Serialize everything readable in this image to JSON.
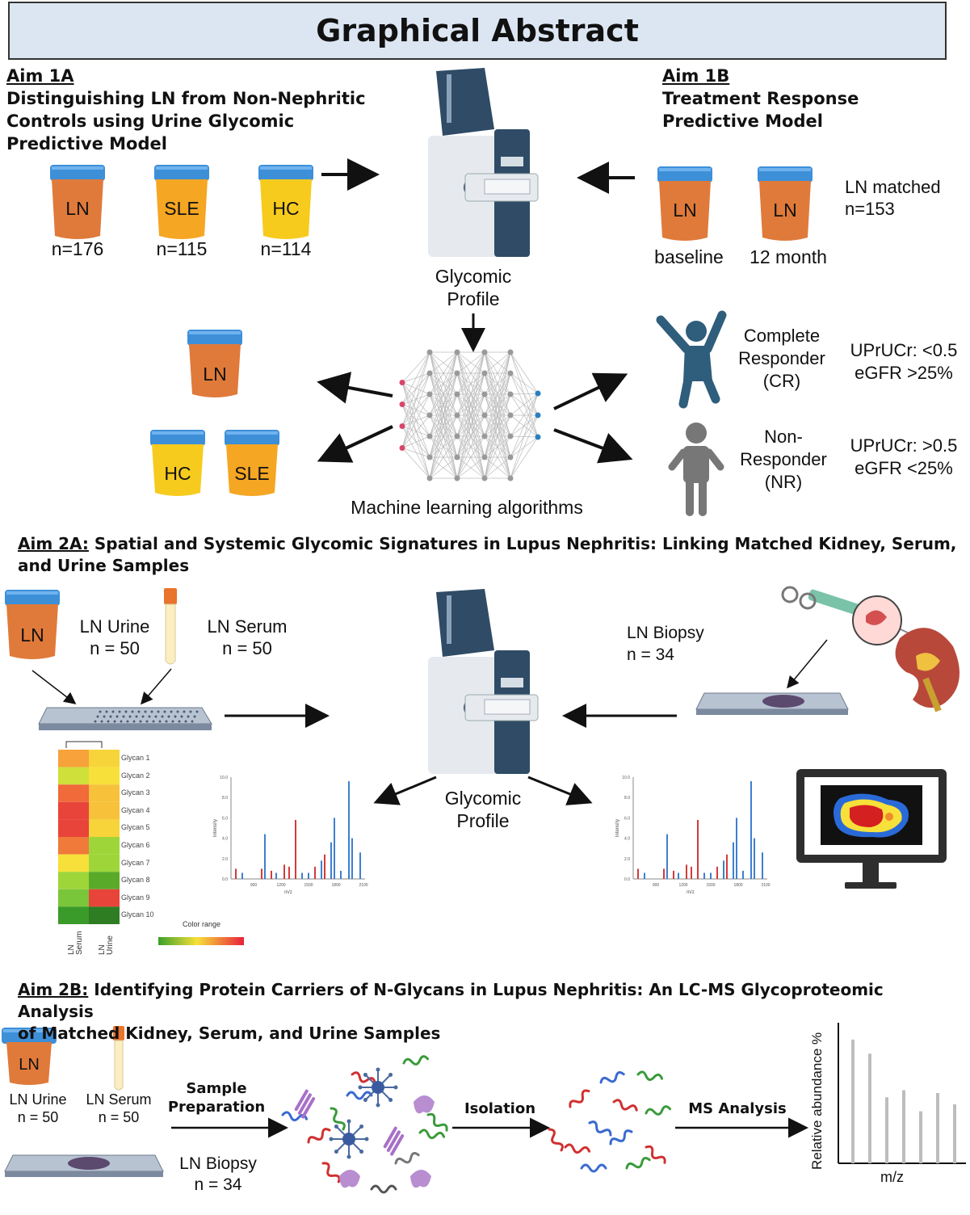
{
  "title": "Graphical Abstract",
  "aim1a": {
    "label": "Aim 1A",
    "lines": [
      "Distinguishing LN from Non-Nephritic",
      "Controls using Urine Glycomic",
      "Predictive Model"
    ],
    "cups": [
      {
        "text": "LN",
        "n": "n=176",
        "color": "#e07a3a"
      },
      {
        "text": "SLE",
        "n": "n=115",
        "color": "#f5a623"
      },
      {
        "text": "HC",
        "n": "n=114",
        "color": "#f7cb1e"
      }
    ]
  },
  "aim1b": {
    "label": "Aim 1B",
    "lines": [
      "Treatment Response",
      "Predictive Model"
    ],
    "cups": [
      {
        "text": "LN",
        "caption": "baseline"
      },
      {
        "text": "LN",
        "caption": "12 month"
      }
    ],
    "matched": [
      "LN matched",
      "n=153"
    ]
  },
  "glycomic_profile": [
    "Glycomic",
    "Profile"
  ],
  "ml_label": "Machine learning algorithms",
  "ml_outputs": {
    "ln": "LN",
    "hc": "HC",
    "sle": "SLE"
  },
  "responders": {
    "cr": {
      "label": [
        "Complete",
        "Responder",
        "(CR)"
      ],
      "criteria": [
        "UPrUCr: <0.5",
        "eGFR >25%"
      ]
    },
    "nr": {
      "label": [
        "Non-",
        "Responder",
        "(NR)"
      ],
      "criteria": [
        "UPrUCr: >0.5",
        "eGFR <25%"
      ]
    }
  },
  "aim2a": {
    "label": "Aim 2A:",
    "title_rest": " Spatial and Systemic Glycomic Signatures in Lupus Nephritis: Linking Matched Kidney, Serum,",
    "title_line2": "and Urine Samples",
    "urine": {
      "cup": "LN",
      "label": "LN Urine",
      "n": "n = 50"
    },
    "serum": {
      "label": "LN Serum",
      "n": "n = 50"
    },
    "biopsy": {
      "label": "LN Biopsy",
      "n": "n = 34"
    },
    "heatmap": {
      "rows": [
        "Glycan 1",
        "Glycan 2",
        "Glycan 3",
        "Glycan 4",
        "Glycan 5",
        "Glycan 6",
        "Glycan 7",
        "Glycan 8",
        "Glycan 9",
        "Glycan 10"
      ],
      "cols": [
        "LN Serum",
        "LN Urine"
      ],
      "colors": [
        [
          "#f7a23a",
          "#f7d43a"
        ],
        [
          "#cfe03a",
          "#f7e03a"
        ],
        [
          "#f06a3a",
          "#f7c13a"
        ],
        [
          "#e8443a",
          "#f7c13a"
        ],
        [
          "#e8443a",
          "#f7d43a"
        ],
        [
          "#f07a3a",
          "#9ed63a"
        ],
        [
          "#f7e03a",
          "#9ed63a"
        ],
        [
          "#9ed63a",
          "#5aaa2a"
        ],
        [
          "#7ac63a",
          "#e8443a"
        ],
        [
          "#3a9a2a",
          "#2e7d22"
        ]
      ],
      "scale_label": "Color range"
    },
    "spectrum_axis": {
      "ylabel": "Intensity",
      "xlabel": "m/z",
      "yticks": [
        "0.0",
        "2.0",
        "4.0",
        "6.0",
        "8.0",
        "10.0"
      ],
      "xticks": [
        "900",
        "1200",
        "1500",
        "1800",
        "2100"
      ]
    }
  },
  "aim2b": {
    "label": "Aim 2B:",
    "title_rest": " Identifying Protein Carriers of N-Glycans in Lupus Nephritis: An LC-MS Glycoproteomic Analysis",
    "title_line2": "of Matched Kidney, Serum, and Urine Samples",
    "urine": {
      "cup": "LN",
      "label": "LN Urine",
      "n": "n = 50"
    },
    "serum": {
      "label": "LN Serum",
      "n": "n = 50"
    },
    "biopsy": {
      "label": "LN Biopsy",
      "n": "n = 34"
    },
    "steps": [
      "Sample\nPreparation",
      "Isolation",
      "MS Analysis"
    ],
    "bar_chart": {
      "ylabel": "Relative abundance %",
      "xlabel": "m/z",
      "values": [
        88,
        78,
        47,
        52,
        37,
        50,
        42
      ]
    }
  },
  "colors": {
    "title_bg": "#dce6f2",
    "cup_lid": "#3d8fd8",
    "ln": "#e07a3a",
    "instrument_dark": "#2f4b66",
    "person": "#2f5d7c",
    "person_nr": "#777777",
    "red_peak": "#d43a3a",
    "blue_peak": "#3d7fd1"
  }
}
